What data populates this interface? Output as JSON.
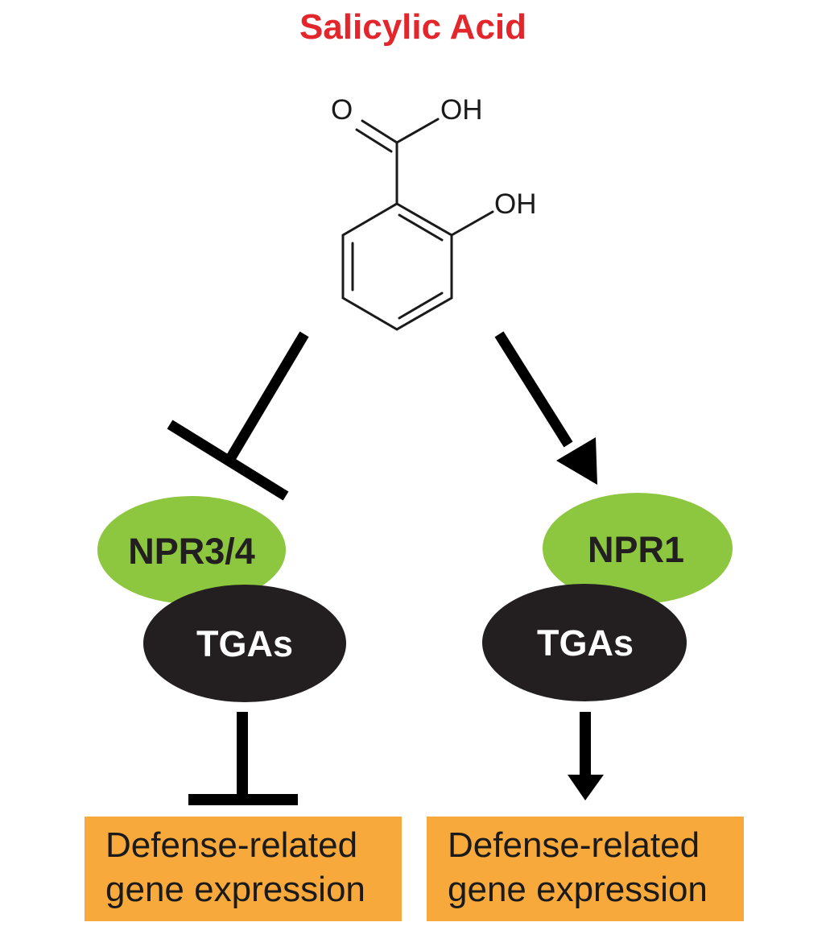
{
  "title": "Salicylic Acid",
  "molecule": {
    "carbonyl_o": "O",
    "carboxyl_oh": "OH",
    "hydroxyl_oh": "OH"
  },
  "left": {
    "effect": "inhibition",
    "regulator": "NPR3/4",
    "factor": "TGAs",
    "output_line1": "Defense-related",
    "output_line2": "gene expression"
  },
  "right": {
    "effect": "activation",
    "regulator": "NPR1",
    "factor": "TGAs",
    "output_line1": "Defense-related",
    "output_line2": "gene expression"
  },
  "colors": {
    "title": "#e3262c",
    "regulator_fill": "#8dc63f",
    "factor_fill": "#231f20",
    "factor_text": "#ffffff",
    "output_fill": "#f7a93b",
    "line": "#000000"
  }
}
